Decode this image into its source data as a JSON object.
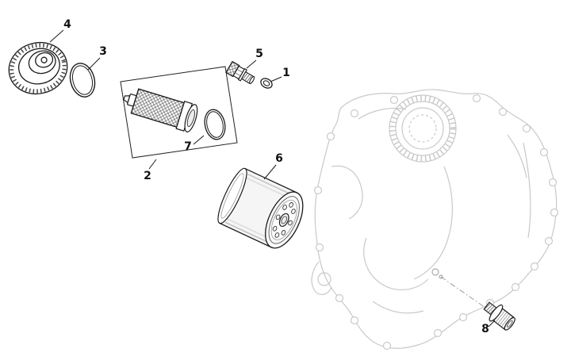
{
  "figure": {
    "type": "exploded-parts-diagram",
    "colors": {
      "background": "#ffffff",
      "line": "#1a1a1a",
      "faint": "#c9c9c9",
      "shade": "#9a9a9a"
    },
    "parts": [
      {
        "label": "1",
        "name": "seal-washer"
      },
      {
        "label": "2",
        "name": "oil-filter-screen-cartridge"
      },
      {
        "label": "3",
        "name": "o-ring-large"
      },
      {
        "label": "4",
        "name": "oil-filter-cover"
      },
      {
        "label": "5",
        "name": "drain-plug"
      },
      {
        "label": "6",
        "name": "oil-filter-canister"
      },
      {
        "label": "7",
        "name": "o-ring-small"
      },
      {
        "label": "8",
        "name": "flange-bolt"
      }
    ]
  }
}
